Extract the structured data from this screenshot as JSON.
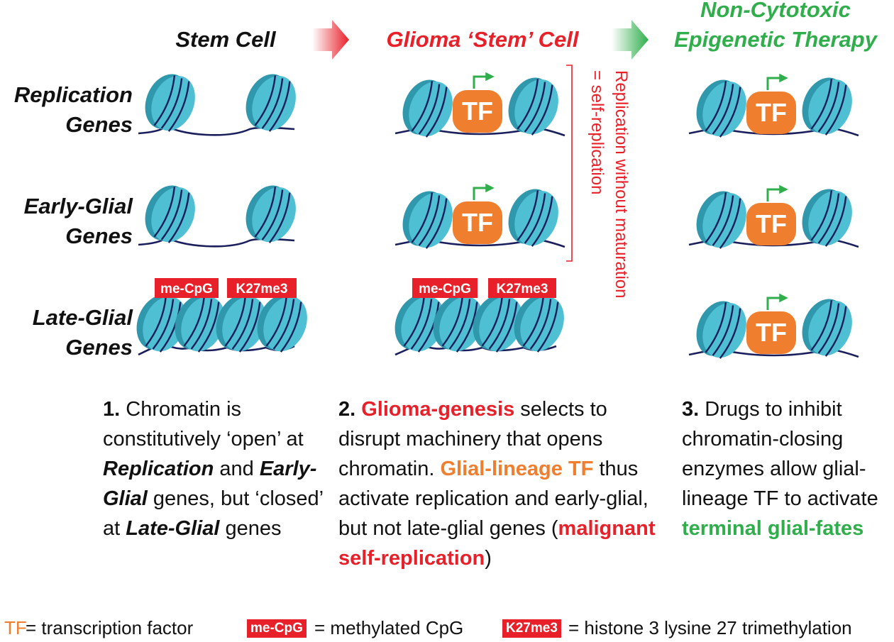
{
  "headers": {
    "stem_cell": "Stem Cell",
    "glioma_cell": "Glioma ‘Stem’ Cell",
    "therapy_line1": "Non-Cytotoxic",
    "therapy_line2": "Epigenetic Therapy"
  },
  "rows": {
    "replication": [
      "Replication",
      "Genes"
    ],
    "early_glial": [
      "Early-Glial",
      "Genes"
    ],
    "late_glial": [
      "Late-Glial",
      "Genes"
    ]
  },
  "tf_label": "TF",
  "marks": {
    "methyl": "me-CpG",
    "k27": "K27me3"
  },
  "bracket_note": [
    "Replication without maturation",
    "= self-replication"
  ],
  "descriptions": {
    "col1": {
      "num": "1.",
      "t1": " Chromatin is constitutively ‘open’ at ",
      "b1": "Replication",
      "t2": " and ",
      "b2": "Early-Glial",
      "t3": " genes, but ‘closed’ at ",
      "b3": "Late-Glial",
      "t4": " genes"
    },
    "col2": {
      "num": "2.",
      "red1": "Glioma-genesis",
      "t1": " selects to disrupt machinery that opens chromatin. ",
      "orange1": "Glial-lineage TF",
      "t2": " thus activate  replication and early-glial, but not late-glial genes (",
      "red2": "malignant self-replication",
      "t3": ")"
    },
    "col3": {
      "num": "3.",
      "t1": " Drugs to inhibit chromatin-closing enzymes allow glial-lineage TF to activate ",
      "green1": "terminal glial-fates"
    }
  },
  "legend": {
    "tf": "TF",
    "tf_def": " = transcription factor",
    "methyl": "me-CpG",
    "methyl_def": "= methylated CpG",
    "k27": "K27me3",
    "k27_def": "= histone 3 lysine 27 trimethylation"
  },
  "colors": {
    "red": "#e8202a",
    "orange": "#ef7e2f",
    "green": "#2fae4b",
    "nucleosome": "#4fbfd3",
    "dna": "#1a1f5c"
  }
}
